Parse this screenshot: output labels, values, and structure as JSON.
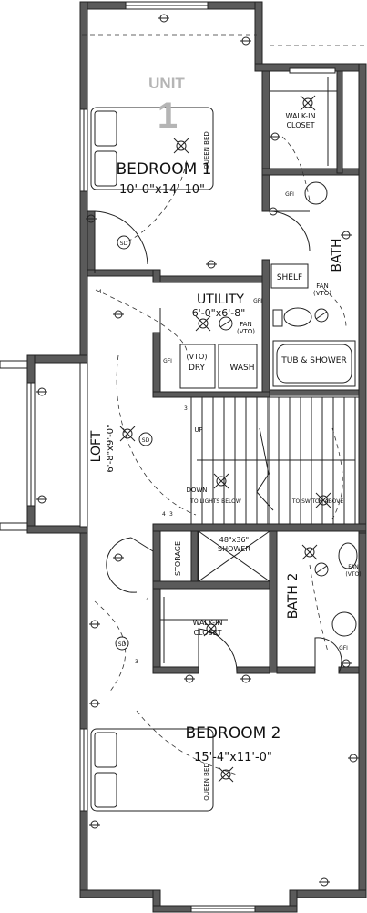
{
  "unit": {
    "label": "UNIT",
    "number": "1"
  },
  "rooms": {
    "bedroom1": {
      "name": "BEDROOM 1",
      "dims": "10'-0\"x14'-10\"",
      "bed": "QUEEN BED"
    },
    "walkin1": {
      "line1": "WALK-IN",
      "line2": "CLOSET"
    },
    "bath": {
      "name": "BATH",
      "shelf": "SHELF",
      "tub": "TUB & SHOWER",
      "fan": "FAN",
      "fan_sub": "(VTO)",
      "gfi": "GFI"
    },
    "utility": {
      "name": "UTILITY",
      "dims": "6'-0\"x6'-8\"",
      "dry": "DRY",
      "wash": "WASH",
      "vto": "(VTO)",
      "fan": "FAN",
      "fan_sub": "(VTO)",
      "gfi": "GFI"
    },
    "loft": {
      "name": "LOFT",
      "dims": "6'-8\"x9'-0\""
    },
    "stairs": {
      "up": "UP",
      "down": "DOWN",
      "to_lights": "TO LIGHTS BELOW",
      "to_switch": "TO SWITCH ABOVE"
    },
    "storage": {
      "name": "STORAGE"
    },
    "shower": {
      "line1": "48\"x36\"",
      "line2": "SHOWER"
    },
    "bath2": {
      "name": "BATH 2",
      "fan": "FAN",
      "fan_sub": "(VTO)",
      "gfi": "GFI"
    },
    "walkin2": {
      "line1": "WALK-IN",
      "line2": "CLOSET"
    },
    "bedroom2": {
      "name": "BEDROOM 2",
      "dims": "15'-4\"x11'-0\"",
      "bed": "QUEEN BED"
    }
  },
  "symbols": {
    "smoke": "SD",
    "switch3": "3",
    "switch4": "4"
  },
  "colors": {
    "wall_fill": "#5a5a5a",
    "line": "#222222",
    "unit_text": "#b5b5b5"
  }
}
